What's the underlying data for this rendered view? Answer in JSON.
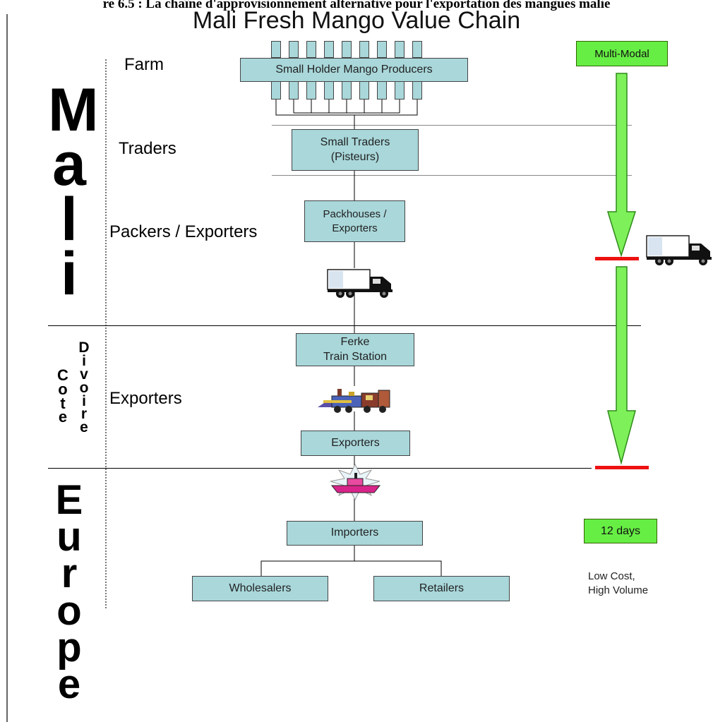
{
  "caption": "re 6.5 : La chaîne d'approvisionnement alternative pour l'exportation des mangues malie",
  "title": "Mali Fresh Mango Value Chain",
  "regions": {
    "mali": [
      "M",
      "a",
      "l",
      "i"
    ],
    "cote": [
      "C",
      "o",
      "t",
      "e"
    ],
    "divoire": [
      "D",
      "i",
      "v",
      "o",
      "i",
      "r",
      "e"
    ],
    "europe": [
      "E",
      "u",
      "r",
      "o",
      "p",
      "e"
    ]
  },
  "stages": {
    "farm": "Farm",
    "traders": "Traders",
    "packers": "Packers / Exporters",
    "exporters": "Exporters"
  },
  "boxes": {
    "producers": "Small Holder Mango Producers",
    "small_traders": "Small Traders\n(Pisteurs)",
    "packhouses": "Packhouses /\nExporters",
    "ferke": "Ferke\nTrain Station",
    "exporters": "Exporters",
    "importers": "Importers",
    "wholesalers": "Wholesalers",
    "retailers": "Retailers"
  },
  "side": {
    "mode": "Multi-Modal",
    "duration": "12 days",
    "note": "Low Cost,\nHigh Volume"
  },
  "colors": {
    "box_fill": "#a9d7da",
    "green": "#66ee44",
    "red_marker": "#ee1111"
  },
  "icons": [
    "truck-icon",
    "train-icon",
    "ship-icon"
  ]
}
